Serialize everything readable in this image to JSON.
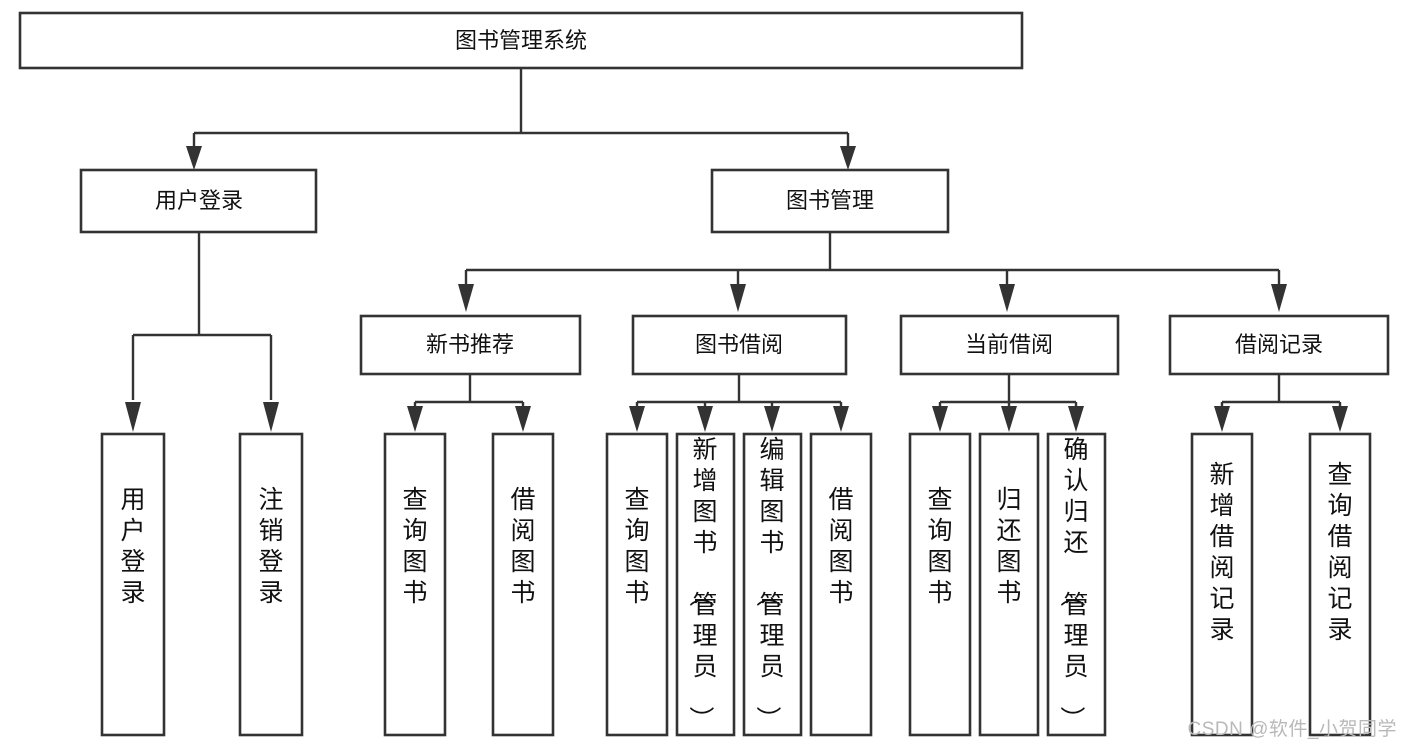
{
  "diagram": {
    "type": "tree-hierarchy",
    "title": "图书管理系统",
    "watermark": "CSDN @软件_小贺同学",
    "colors": {
      "stroke": "#333333",
      "fill": "#ffffff",
      "text": "#111111",
      "watermark": "#b9b9b9"
    },
    "root": {
      "label": "图书管理系统"
    },
    "level1": [
      {
        "label": "用户登录"
      },
      {
        "label": "图书管理"
      }
    ],
    "level2": [
      {
        "label": "新书推荐"
      },
      {
        "label": "图书借阅"
      },
      {
        "label": "当前借阅"
      },
      {
        "label": "借阅记录"
      }
    ],
    "leaves": {
      "user_login": [
        {
          "label": "用户登录"
        },
        {
          "label": "注销登录"
        }
      ],
      "new_book_recommend": [
        {
          "label": "查询图书"
        },
        {
          "label": "借阅图书"
        }
      ],
      "book_borrow": [
        {
          "label": "查询图书"
        },
        {
          "label": "新增图书（管理员）"
        },
        {
          "label": "编辑图书（管理员）"
        },
        {
          "label": "借阅图书"
        }
      ],
      "current_borrow": [
        {
          "label": "查询图书"
        },
        {
          "label": "归还图书"
        },
        {
          "label": "确认归还（管理员）"
        }
      ],
      "borrow_record": [
        {
          "label": "新增借阅记录"
        },
        {
          "label": "查询借阅记录"
        }
      ]
    }
  }
}
